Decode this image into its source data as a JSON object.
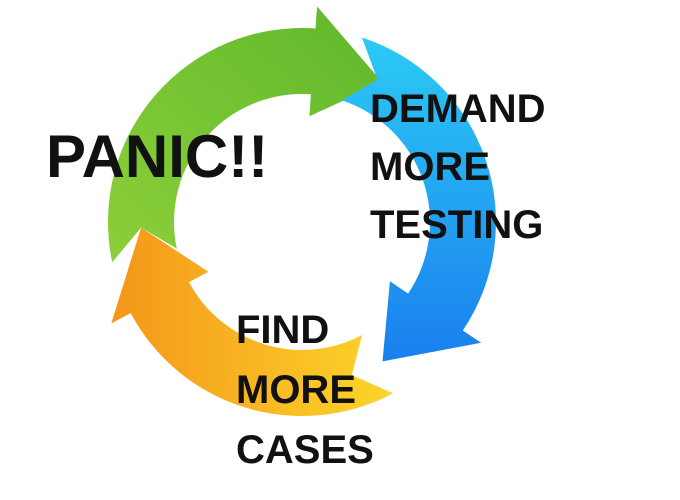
{
  "cycle": {
    "stages": [
      {
        "key": "panic",
        "lines": [
          "PANIC!!"
        ],
        "color": "#6cc02e",
        "color_light": "#9fd44a"
      },
      {
        "key": "testing",
        "lines": [
          "DEMAND",
          "MORE",
          "TESTING"
        ],
        "color": "#1e88f0",
        "color_light": "#27c3f2"
      },
      {
        "key": "cases",
        "lines": [
          "FIND",
          "MORE",
          "CASES"
        ],
        "color": "#f39a1b",
        "color_light": "#fbd02a"
      }
    ],
    "direction": "clockwise"
  }
}
